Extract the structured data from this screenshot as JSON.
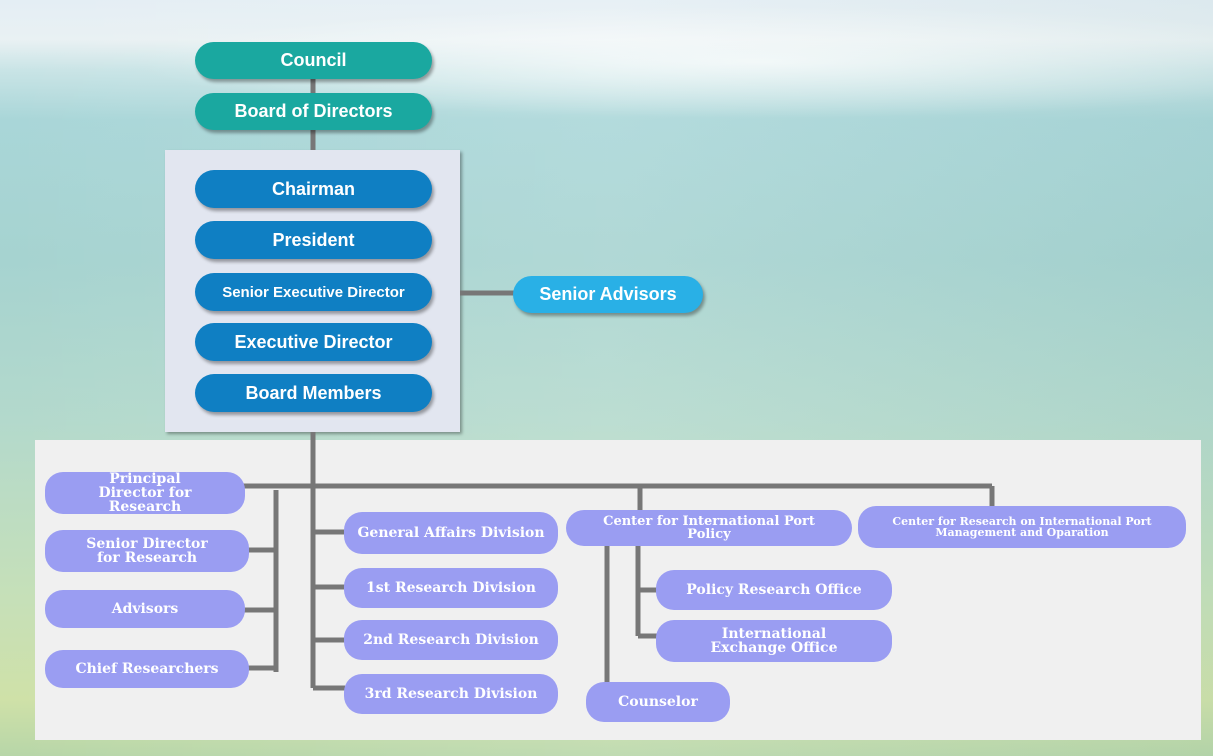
{
  "top": {
    "council": "Council",
    "board_of_directors": "Board of Directors"
  },
  "executive": {
    "chairman": "Chairman",
    "president": "President",
    "senior_executive_director": "Senior Executive Director",
    "executive_director": "Executive Director",
    "board_members": "Board Members"
  },
  "senior_advisors": "Senior Advisors",
  "left_column": {
    "principal_director": "Principal Director for Research",
    "senior_director": "Senior Director for Research",
    "advisors": "Advisors",
    "chief_researchers": "Chief Researchers"
  },
  "divisions": {
    "general_affairs": "General Affairs Division",
    "research_1": "1st Research Division",
    "research_2": "2nd Research Division",
    "research_3": "3rd Research Division"
  },
  "center_port_policy": {
    "name": "Center for International Port Policy",
    "policy_research_office": "Policy Research Office",
    "international_exchange_office": "International Exchange Office",
    "counselor": "Counselor"
  },
  "center_research": {
    "name": "Center for Research on International Port Management and Oparation"
  },
  "colors": {
    "teal": "#1aa8a0",
    "blue": "#0f7fc3",
    "sky": "#29b0e6",
    "lavender": "#9a9df2",
    "connector": "#777777"
  }
}
